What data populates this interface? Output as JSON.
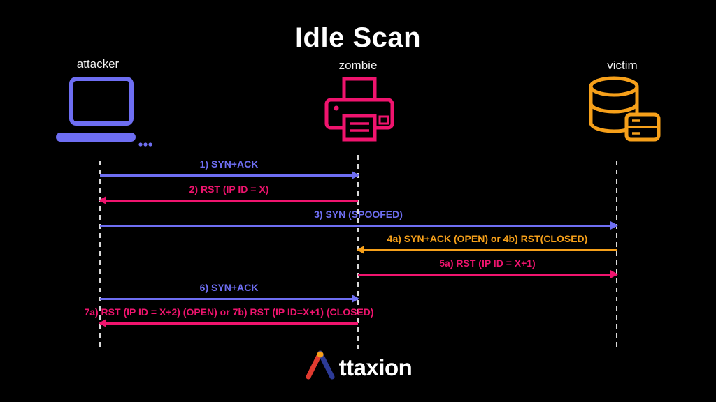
{
  "title": "Idle Scan",
  "actors": [
    {
      "name": "attacker",
      "icon": "laptop-icon",
      "color": "#6e6ef2"
    },
    {
      "name": "zombie",
      "icon": "printer-icon",
      "color": "#f0146e"
    },
    {
      "name": "victim",
      "icon": "database-icon",
      "color": "#f6a01a"
    }
  ],
  "messages": [
    {
      "label": "1) SYN+ACK",
      "from": "attacker",
      "to": "zombie",
      "color": "#6e6ef2"
    },
    {
      "label": "2) RST (IP ID = X)",
      "from": "zombie",
      "to": "attacker",
      "color": "#f0146e"
    },
    {
      "label": "3) SYN (SPOOFED)",
      "from": "attacker",
      "to": "victim",
      "color": "#6e6ef2"
    },
    {
      "label": "4a) SYN+ACK (OPEN) or 4b) RST(CLOSED)",
      "from": "victim",
      "to": "zombie",
      "color": "#f6a01a"
    },
    {
      "label": "5a) RST (IP ID = X+1)",
      "from": "zombie",
      "to": "victim",
      "color": "#f0146e"
    },
    {
      "label": "6) SYN+ACK",
      "from": "attacker",
      "to": "zombie",
      "color": "#6e6ef2"
    },
    {
      "label": "7a) RST (IP ID = X+2) (OPEN) or 7b) RST (IP ID=X+1) (CLOSED)",
      "from": "zombie",
      "to": "attacker",
      "color": "#f0146e"
    }
  ],
  "logo": {
    "name": "Attaxion",
    "tail": "ttaxion"
  },
  "colors": {
    "background": "#000000",
    "text": "#ffffff",
    "blue": "#6e6ef2",
    "pink": "#f0146e",
    "orange": "#f6a01a",
    "lifeline": "#d9d9d9",
    "logo_red": "#e03a2f",
    "logo_blue": "#2c3a96"
  }
}
